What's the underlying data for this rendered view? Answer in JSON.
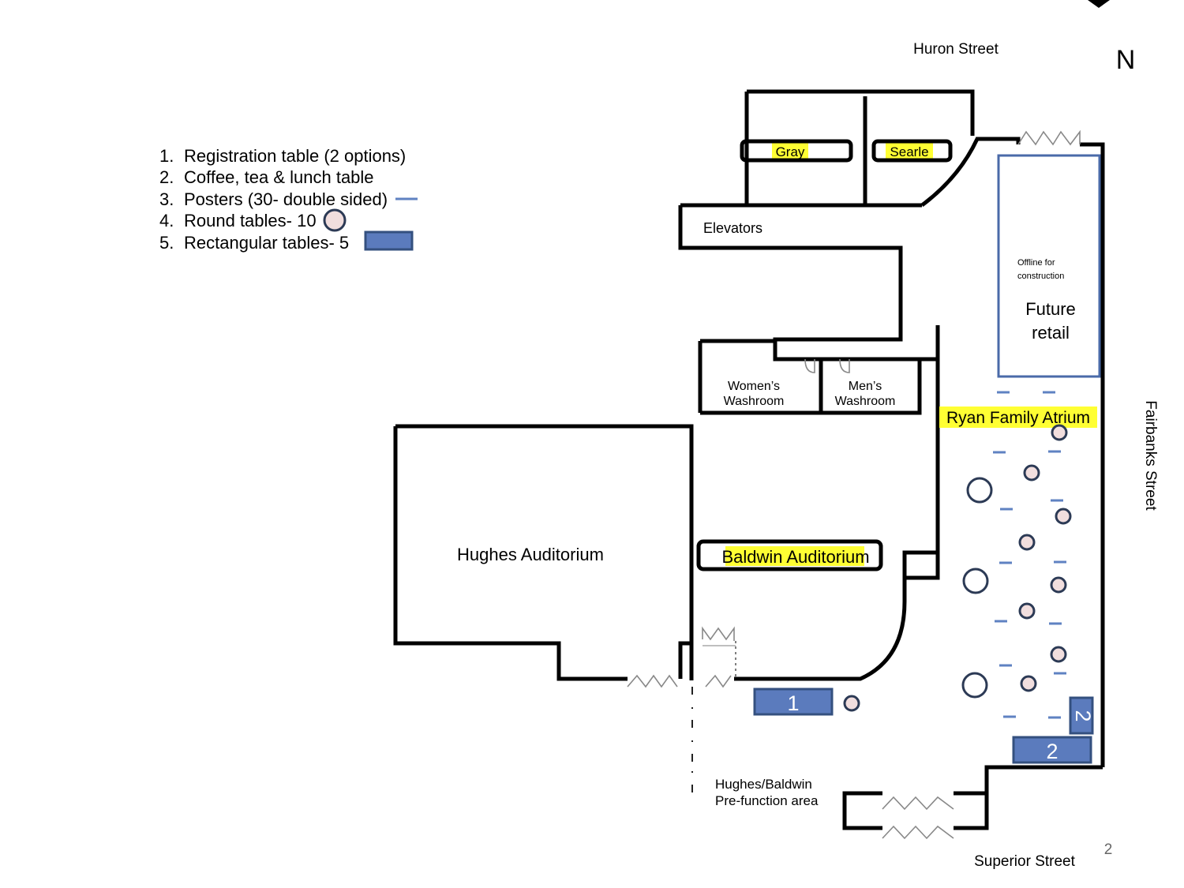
{
  "streets": {
    "north": "Huron Street",
    "east": "Fairbanks Street",
    "south": "Superior Street"
  },
  "compass": {
    "label": "N"
  },
  "legend": [
    {
      "num": "1.",
      "text": "Registration table (2 options)"
    },
    {
      "num": "2.",
      "text": "Coffee, tea & lunch table"
    },
    {
      "num": "3.",
      "text": "Posters (30- double sided)"
    },
    {
      "num": "4.",
      "text": "Round tables- 10"
    },
    {
      "num": "5.",
      "text": "Rectangular tables- 5"
    }
  ],
  "rooms": {
    "gray": "Gray",
    "searle": "Searle",
    "elevators": "Elevators",
    "offline_line1": "Offline for",
    "offline_line2": "construction",
    "future_line1": "Future",
    "future_line2": "retail",
    "womens_line1": "Women’s",
    "womens_line2": "Washroom",
    "mens_line1": "Men’s",
    "mens_line2": "Washroom",
    "atrium": "Ryan Family Atrium",
    "hughes": "Hughes Auditorium",
    "baldwin": "Baldwin Auditorium",
    "prefunction_line1": "Hughes/Baldwin",
    "prefunction_line2": "Pre-function area"
  },
  "tables": {
    "registration": "1",
    "coffee_bottom": "2",
    "coffee_side": "2"
  },
  "page_number": "2",
  "colors": {
    "wall": "#000000",
    "highlight": "#ffff33",
    "table_fill": "#5b7bbd",
    "table_stroke": "#34507f",
    "round_fill": "#f1dede",
    "round_stroke": "#2c3a55",
    "poster": "#5f82c2"
  }
}
